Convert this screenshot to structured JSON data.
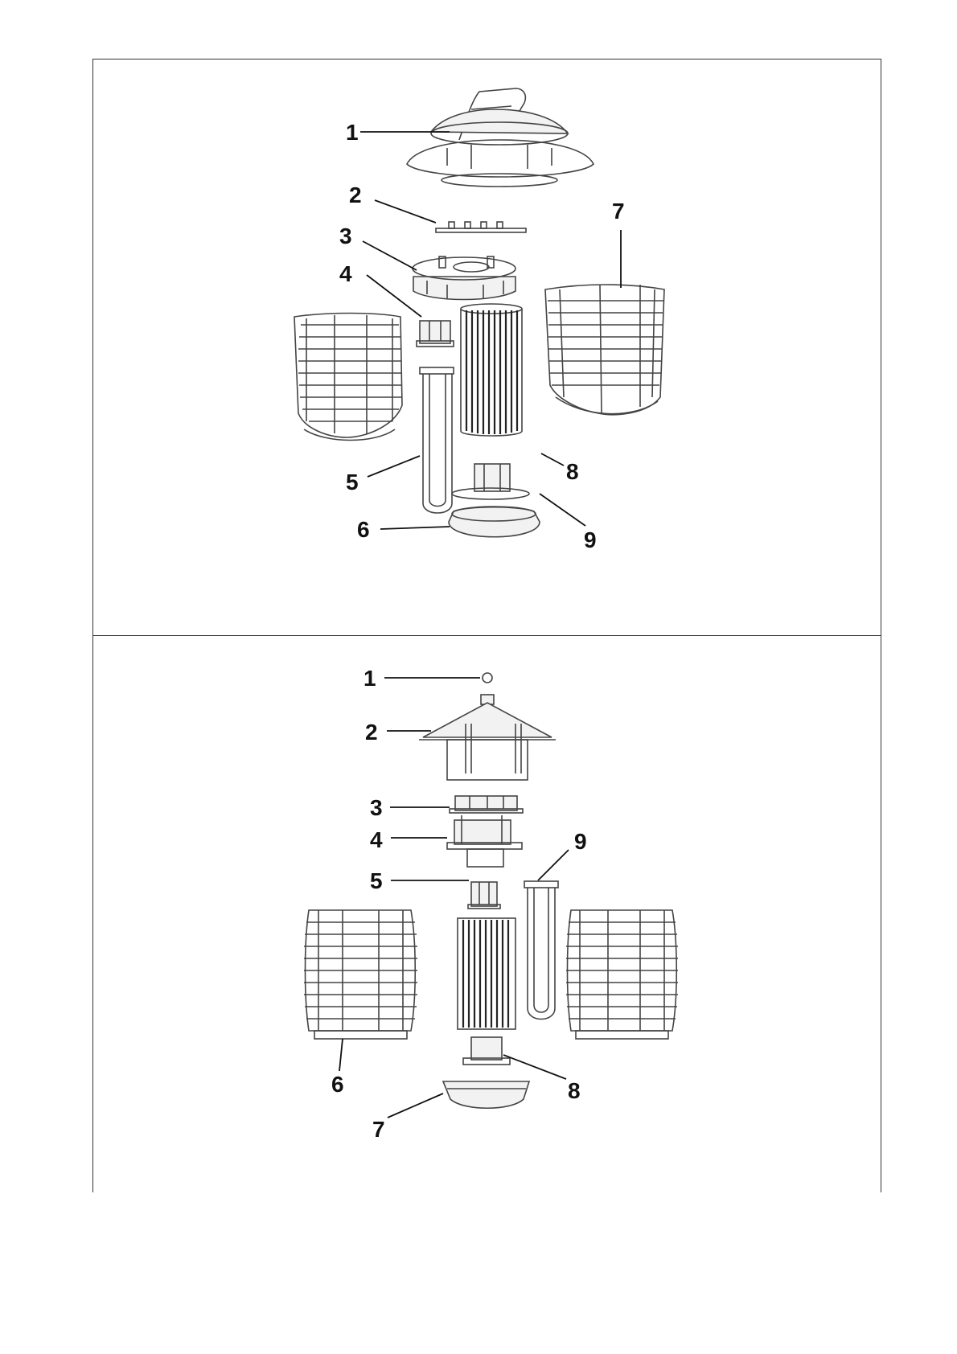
{
  "diagram_top": {
    "callouts": [
      "1",
      "2",
      "3",
      "4",
      "5",
      "6",
      "7",
      "8",
      "9"
    ]
  },
  "diagram_bottom": {
    "callouts": [
      "1",
      "2",
      "3",
      "4",
      "5",
      "6",
      "7",
      "8",
      "9"
    ]
  },
  "colors": {
    "line": "#444444",
    "label": "#111111",
    "frame": "#333333"
  }
}
